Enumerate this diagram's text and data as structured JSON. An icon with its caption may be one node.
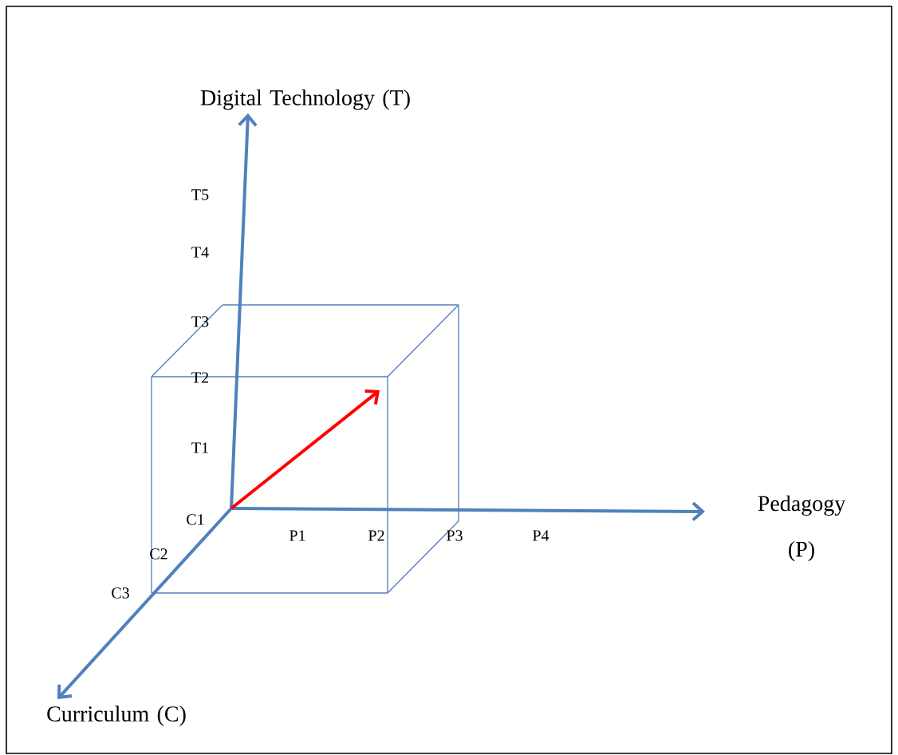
{
  "diagram": {
    "labels": [
      "Digital Technology (T)",
      "T5",
      "T4",
      "T3",
      "T2",
      "T1",
      "Pedagogy (P)",
      "C1",
      "P1",
      "P2",
      "P3",
      "P4",
      "C2",
      "C3",
      "Curriculum (C)"
    ]
  }
}
